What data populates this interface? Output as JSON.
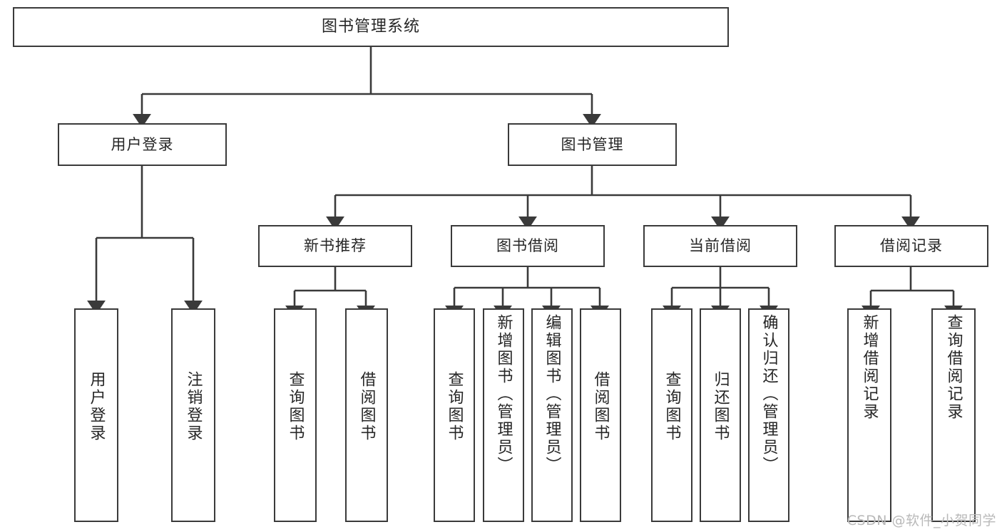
{
  "diagram": {
    "type": "tree-hierarchy",
    "title": "图书管理系统",
    "watermark": "CSDN @软件_小贺同学",
    "colors": {
      "stroke": "#3a3a3a",
      "fill": "#ffffff",
      "text": "#262626",
      "watermark": "#b9b9b9"
    },
    "root": {
      "id": "root",
      "label": "图书管理系统"
    },
    "level2": [
      {
        "id": "user-login",
        "label": "用户登录"
      },
      {
        "id": "book-manage",
        "label": "图书管理"
      }
    ],
    "level3": [
      {
        "id": "new-book-rec",
        "label": "新书推荐",
        "parent": "book-manage"
      },
      {
        "id": "book-borrow",
        "label": "图书借阅",
        "parent": "book-manage"
      },
      {
        "id": "current-borrow",
        "label": "当前借阅",
        "parent": "book-manage"
      },
      {
        "id": "borrow-record",
        "label": "借阅记录",
        "parent": "book-manage"
      }
    ],
    "leaves": [
      {
        "id": "leaf-user-login",
        "label": "用户登录",
        "parent": "user-login"
      },
      {
        "id": "leaf-logout",
        "label": "注销登录",
        "parent": "user-login"
      },
      {
        "id": "leaf-query-book-1",
        "label": "查询图书",
        "parent": "new-book-rec"
      },
      {
        "id": "leaf-borrow-book-1",
        "label": "借阅图书",
        "parent": "new-book-rec"
      },
      {
        "id": "leaf-query-book-2",
        "label": "查询图书",
        "parent": "book-borrow"
      },
      {
        "id": "leaf-add-book",
        "label": "新增图书（管理员）",
        "parent": "book-borrow"
      },
      {
        "id": "leaf-edit-book",
        "label": "编辑图书（管理员）",
        "parent": "book-borrow"
      },
      {
        "id": "leaf-borrow-book-2",
        "label": "借阅图书",
        "parent": "book-borrow"
      },
      {
        "id": "leaf-query-book-3",
        "label": "查询图书",
        "parent": "current-borrow"
      },
      {
        "id": "leaf-return-book",
        "label": "归还图书",
        "parent": "current-borrow"
      },
      {
        "id": "leaf-confirm-return",
        "label": "确认归还（管理员）",
        "parent": "current-borrow"
      },
      {
        "id": "leaf-add-record",
        "label": "新增借阅记录",
        "parent": "borrow-record"
      },
      {
        "id": "leaf-query-record",
        "label": "查询借阅记录",
        "parent": "borrow-record"
      }
    ]
  }
}
